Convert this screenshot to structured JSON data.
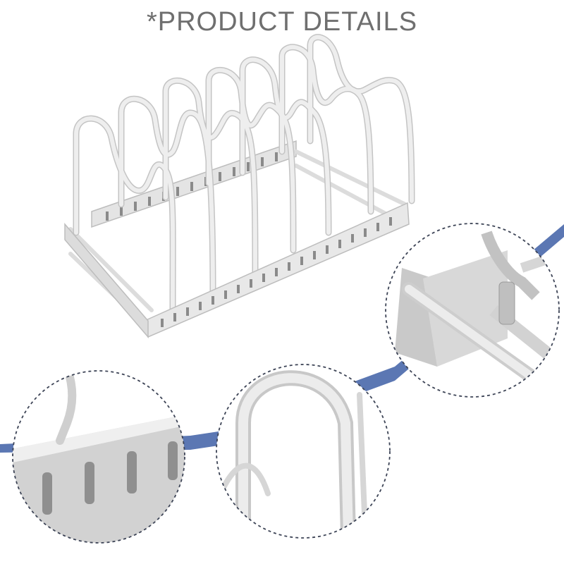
{
  "header": {
    "title": "*PRODUCT DETAILS"
  },
  "colors": {
    "background": "#ffffff",
    "title_text": "#6f6f6f",
    "wire": "#e3e3e3",
    "wire_shadow": "#b9b9b9",
    "tray": "#e6e6e6",
    "slot": "#8a8a8a",
    "connector_band": "#5b77b3",
    "dashed_circle": "#3d4456"
  },
  "product": {
    "name": "expandable pot lid organizer rack"
  },
  "details": [
    {
      "name": "tray-slots-closeup"
    },
    {
      "name": "wire-arch-closeup"
    },
    {
      "name": "corner-joint-closeup"
    }
  ]
}
